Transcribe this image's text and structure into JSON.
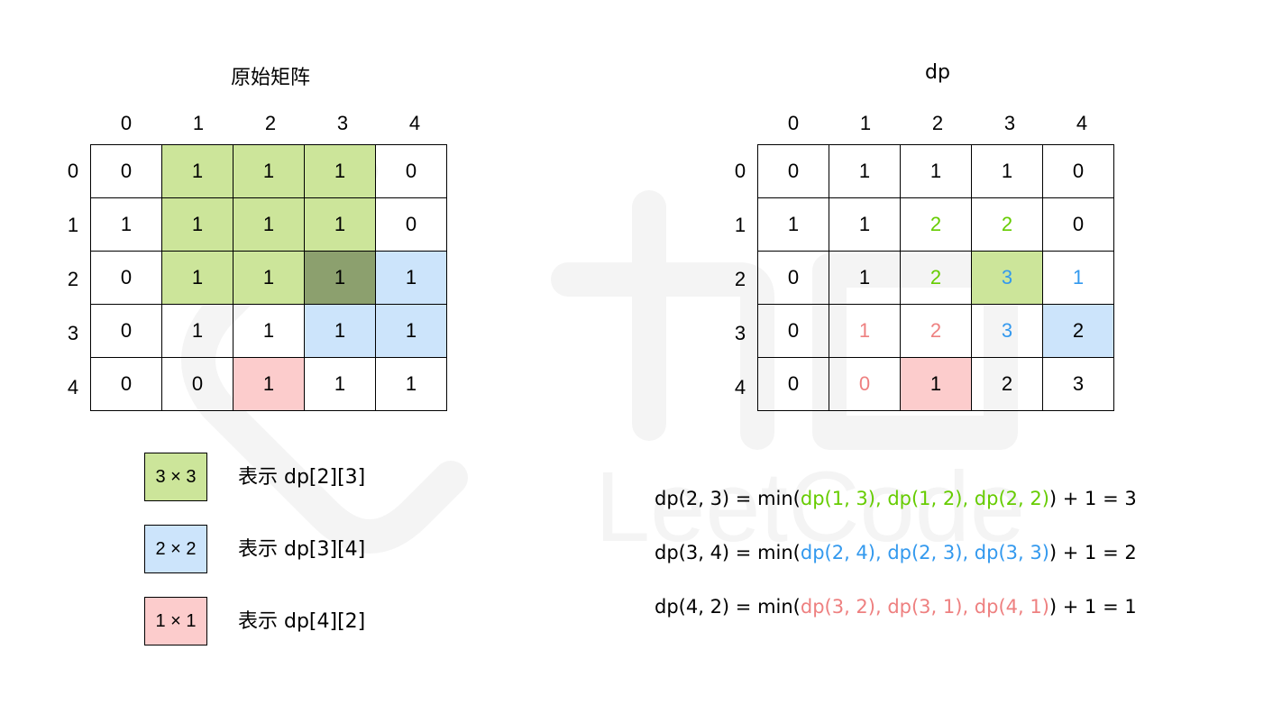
{
  "left": {
    "title": "原始矩阵",
    "col_headers": [
      "0",
      "1",
      "2",
      "3",
      "4"
    ],
    "row_headers": [
      "0",
      "1",
      "2",
      "3",
      "4"
    ],
    "cells": [
      [
        "0",
        "1",
        "1",
        "1",
        "0"
      ],
      [
        "1",
        "1",
        "1",
        "1",
        "0"
      ],
      [
        "0",
        "1",
        "1",
        "1",
        "1"
      ],
      [
        "0",
        "1",
        "1",
        "1",
        "1"
      ],
      [
        "0",
        "0",
        "1",
        "1",
        "1"
      ]
    ],
    "bg": [
      [
        "",
        "g",
        "g",
        "g",
        ""
      ],
      [
        "",
        "g",
        "g",
        "g",
        ""
      ],
      [
        "",
        "g",
        "g",
        "d",
        "b"
      ],
      [
        "",
        "",
        "",
        "b",
        "b"
      ],
      [
        "",
        "",
        "r",
        "",
        ""
      ]
    ]
  },
  "right": {
    "title": "dp",
    "col_headers": [
      "0",
      "1",
      "2",
      "3",
      "4"
    ],
    "row_headers": [
      "0",
      "1",
      "2",
      "3",
      "4"
    ],
    "cells": [
      [
        "0",
        "1",
        "1",
        "1",
        "0"
      ],
      [
        "1",
        "1",
        "2",
        "2",
        "0"
      ],
      [
        "0",
        "1",
        "2",
        "3",
        "1"
      ],
      [
        "0",
        "1",
        "2",
        "3",
        "2"
      ],
      [
        "0",
        "0",
        "1",
        "2",
        "3"
      ]
    ],
    "bg": [
      [
        "",
        "",
        "",
        "",
        ""
      ],
      [
        "",
        "",
        "",
        "",
        ""
      ],
      [
        "",
        "",
        "",
        "g",
        ""
      ],
      [
        "",
        "",
        "",
        "",
        "b"
      ],
      [
        "",
        "",
        "r",
        "",
        ""
      ]
    ],
    "fg": [
      [
        "",
        "",
        "",
        "",
        ""
      ],
      [
        "",
        "",
        "g",
        "g",
        ""
      ],
      [
        "",
        "",
        "g",
        "b",
        "b"
      ],
      [
        "",
        "r",
        "r",
        "b",
        ""
      ],
      [
        "",
        "r",
        "",
        "",
        ""
      ]
    ]
  },
  "legend": [
    {
      "box": "3 × 3",
      "text": "表示 dp[2][3]",
      "color": "g"
    },
    {
      "box": "2 × 2",
      "text": "表示 dp[3][4]",
      "color": "b"
    },
    {
      "box": "1 × 1",
      "text": "表示 dp[4][2]",
      "color": "r"
    }
  ],
  "formulas": [
    {
      "prefix": "dp(2, 3) = min(",
      "args": "dp(1, 3), dp(1, 2), dp(2, 2)",
      "suffix": ") + 1 = 3",
      "color": "g"
    },
    {
      "prefix": "dp(3, 4) = min(",
      "args": "dp(2, 4), dp(2, 3), dp(3, 3)",
      "suffix": ") + 1 = 2",
      "color": "b"
    },
    {
      "prefix": "dp(4, 2) = min(",
      "args": "dp(3, 2), dp(3, 1), dp(4, 1)",
      "suffix": ") + 1 = 1",
      "color": "r"
    }
  ],
  "watermark": {
    "text": "LeetCode"
  },
  "colors": {
    "green_fill": "#cce59a",
    "dark_fill": "#8ca06e",
    "blue_fill": "#cce4fb",
    "red_fill": "#fccccc",
    "green_text": "#66cc00",
    "blue_text": "#3399ee",
    "red_text": "#ee8080"
  }
}
